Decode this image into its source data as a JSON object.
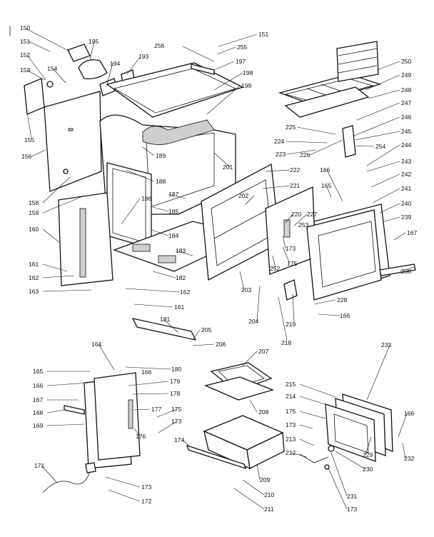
{
  "diagram": {
    "part_numbers": {
      "p150": "150",
      "p151a": "151",
      "p152": "152",
      "p153": "153",
      "p154": "154",
      "p155": "155",
      "p156": "156",
      "p195": "195",
      "p194": "194",
      "p193": "193",
      "p256": "256",
      "p151b": "151",
      "p255": "255",
      "p197": "197",
      "p198": "198",
      "p199": "199",
      "p250": "250",
      "p249": "249",
      "p248": "248",
      "p247": "247",
      "p246": "246",
      "p245": "245",
      "p244": "244",
      "p243": "243",
      "p242": "242",
      "p241": "241",
      "p240": "240",
      "p239": "239",
      "p167a": "167",
      "p238": "238",
      "p225": "225",
      "p224": "224",
      "p223": "223",
      "p226": "226",
      "p254": "254",
      "p166a": "166",
      "p165a": "165",
      "p222": "222",
      "p221": "221",
      "p202": "202",
      "p201": "201",
      "p189": "189",
      "p188": "188",
      "p187": "187",
      "p186": "186",
      "p185": "185",
      "p184": "184",
      "p183": "183",
      "p182": "182",
      "p158": "158",
      "p159": "159",
      "p160": "160",
      "p161a": "161",
      "p162a": "162",
      "p163": "163",
      "p162b": "162",
      "p161b": "161",
      "p220": "220",
      "p227": "227",
      "p253": "253",
      "p173a": "173",
      "p175a": "175",
      "p252": "252",
      "p203": "203",
      "p204": "204",
      "p228": "228",
      "p166b": "166",
      "p219": "219",
      "p218": "218",
      "p181": "181",
      "p205": "205",
      "p206": "206",
      "p207": "207",
      "p164": "164",
      "p180": "180",
      "p165b": "165",
      "p166c": "166",
      "p166d": "166",
      "p167b": "167",
      "p179": "179",
      "p178": "178",
      "p168": "168",
      "p177": "177",
      "p169": "169",
      "p175b": "175",
      "p173b": "173",
      "p176": "176",
      "p208": "208",
      "p233": "233",
      "p215": "215",
      "p214": "214",
      "p175c": "175",
      "p173c": "173",
      "p166e": "166",
      "p232": "232",
      "p229": "229",
      "p213": "213",
      "p212": "212",
      "p230": "230",
      "p231": "231",
      "p173d": "173",
      "p174": "174",
      "p209": "209",
      "p210": "210",
      "p211": "211",
      "p171": "171",
      "p173e": "173",
      "p172": "172"
    }
  }
}
